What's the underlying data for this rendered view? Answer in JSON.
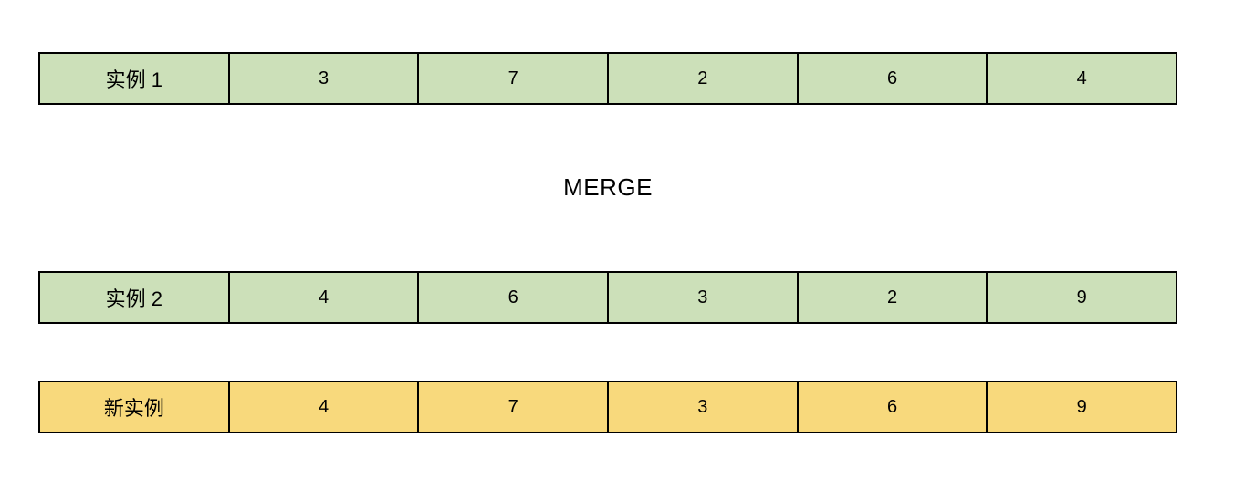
{
  "diagram": {
    "operation_label": "MERGE",
    "colors": {
      "input_row": "#cce0b9",
      "output_row": "#f8d97c",
      "border": "#000000"
    },
    "rows": [
      {
        "label": "实例 1",
        "cells": [
          "3",
          "7",
          "2",
          "6",
          "4"
        ]
      },
      {
        "label": "实例 2",
        "cells": [
          "4",
          "6",
          "3",
          "2",
          "9"
        ]
      },
      {
        "label": "新实例",
        "cells": [
          "4",
          "7",
          "3",
          "6",
          "9"
        ]
      }
    ]
  }
}
